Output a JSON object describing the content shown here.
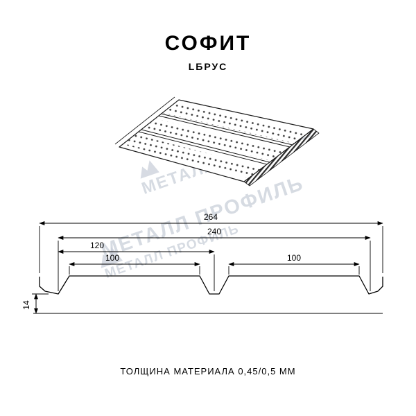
{
  "header": {
    "title": "СОФИТ",
    "subtitle": "LБРУС"
  },
  "watermark": {
    "text": "МЕТАЛЛ ПРОФИЛЬ",
    "color": "#c9cfd9"
  },
  "dimensions": {
    "overall_width": "264",
    "cover_width": "240",
    "to_center": "120",
    "flat_left": "100",
    "flat_right": "100",
    "profile_height": "14"
  },
  "footer": {
    "thickness_note": "ТОЛЩИНА МАТЕРИАЛА 0,45/0,5 ММ"
  }
}
